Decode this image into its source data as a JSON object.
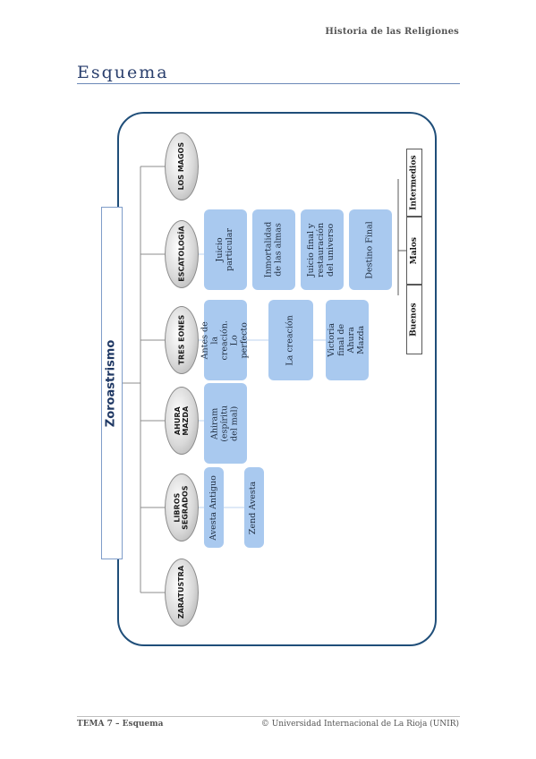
{
  "header": {
    "title": "Historia de las Religiones"
  },
  "page": {
    "title": "Esquema"
  },
  "diagram": {
    "root": "Zoroastrismo",
    "branches": {
      "magos": "LOS MAGOS",
      "escatologia": "ESCATOLOGÍA",
      "eones": "TRES EONES",
      "ahura": "AHURA MAZDA",
      "libros": "LIBROS SEGRADOS",
      "zaratustra": "ZARATUSTRA"
    },
    "escatologia": {
      "juicio_particular": "Juicio particular",
      "inmortalidad": "Inmortalidad de las almas",
      "juicio_final": "Juicio final y restauración del universo",
      "destino_final": "Destino Final",
      "destinos": [
        "Buenos",
        "Malos",
        "Intermedios"
      ]
    },
    "eones": {
      "antes": "Antes de la creación. Lo perfecto",
      "creacion": "La creación",
      "victoria": "Victoria final de Ahura Mazda"
    },
    "ahura": {
      "ahiram": "Ahiram (espíritu del mal)"
    },
    "libros": {
      "avesta_antiguo": "Avesta Antiguo",
      "zend_avesta": "Zend Avesta"
    }
  },
  "footer": {
    "left": "TEMA 7 – Esquema",
    "right": "© Universidad Internacional de La Rioja (UNIR)"
  }
}
